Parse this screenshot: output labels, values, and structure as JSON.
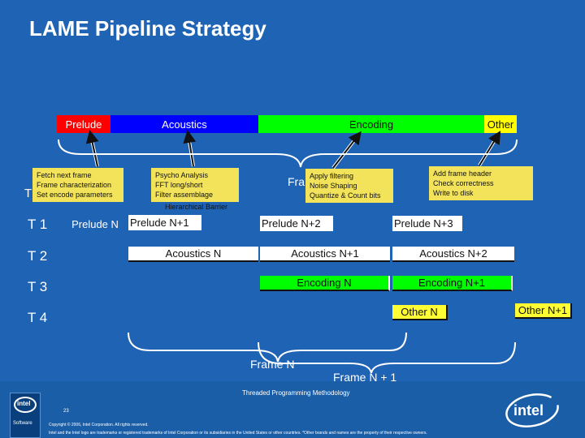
{
  "slide": {
    "title": "LAME Pipeline Strategy",
    "stages": {
      "prelude": "Prelude",
      "acoustics": "Acoustics",
      "encoding": "Encoding",
      "other": "Other"
    },
    "notes": {
      "prelude": [
        "Fetch next frame",
        "Frame characterization",
        "Set encode parameters"
      ],
      "acoustics": [
        "Psycho Analysis",
        "FFT long/short",
        "Filter assemblage"
      ],
      "encoding": [
        "Apply filtering",
        "Noise Shaping",
        "Quantize & Count bits"
      ],
      "other": [
        "Add frame header",
        "Check correctness",
        "Write to disk"
      ]
    },
    "partial_t": "T",
    "frame_partial": "Fra",
    "barrier": "Hierarchical Barrier",
    "threads": [
      "T 1",
      "T 2",
      "T 3",
      "T 4"
    ],
    "pipeline": {
      "t1_prelude_n": "Prelude N",
      "t1_prelude_n1": "Prelude N+1",
      "t1_prelude_n2": "Prelude N+2",
      "t1_prelude_n3": "Prelude N+3",
      "t2_acoustics_n": "Acoustics N",
      "t2_acoustics_n1": "Acoustics N+1",
      "t2_acoustics_n2": "Acoustics N+2",
      "t3_encoding_n": "Encoding N",
      "t3_encoding_n1": "Encoding N+1",
      "t4_other_n": "Other N",
      "t4_other_n1": "Other N+1"
    },
    "frame_n": "Frame N",
    "frame_n1": "Frame N + 1"
  },
  "footer": {
    "methodology": "Threaded Programming Methodology",
    "page_number": "23",
    "copyright": "Copyright © 2006, Intel Corporation. All rights reserved.",
    "trademark": "Intel and the Intel logo are trademarks or registered trademarks of Intel Corporation or its subsidiaries in the United States or other countries. *Other brands and names are the property of their respective owners.",
    "logo_small": "intel",
    "logo_small_sub": "Software",
    "logo_large": "intel"
  },
  "colors": {
    "background": "#1f63b4",
    "prelude": "#ff0000",
    "acoustics": "#0000ff",
    "encoding": "#00ff00",
    "other": "#ffff00",
    "note": "#f2e35a"
  }
}
